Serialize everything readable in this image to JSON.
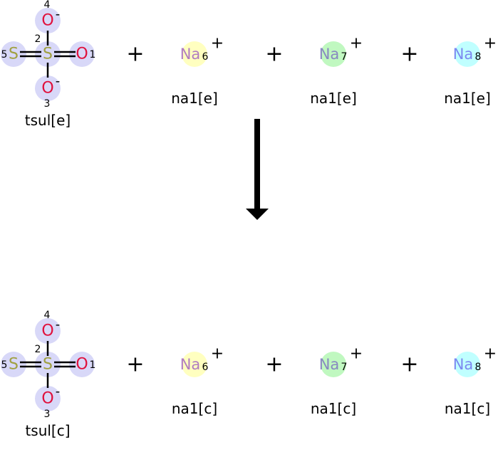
{
  "reaction": {
    "reactants": {
      "sulfate": {
        "name": "tsul[e]",
        "atoms": {
          "center": "S",
          "left": "S",
          "right": "O",
          "top": "O",
          "bottom": "O"
        },
        "indices": {
          "right": "1",
          "center": "2",
          "bottom": "3",
          "top": "4",
          "left": "5"
        },
        "charges": {
          "top": "-",
          "bottom": "-"
        }
      },
      "ions": [
        {
          "symbol": "Na",
          "index": "6",
          "charge": "+",
          "name": "na1[e]",
          "bg": "#ffffc0"
        },
        {
          "symbol": "Na",
          "index": "7",
          "charge": "+",
          "name": "na1[e]",
          "bg": "#c0f8c0"
        },
        {
          "symbol": "Na",
          "index": "8",
          "charge": "+",
          "name": "na1[e]",
          "bg": "#c0ffff"
        }
      ],
      "plus": [
        "+",
        "+",
        "+"
      ]
    },
    "products": {
      "sulfate": {
        "name": "tsul[c]",
        "atoms": {
          "center": "S",
          "left": "S",
          "right": "O",
          "top": "O",
          "bottom": "O"
        },
        "indices": {
          "right": "1",
          "center": "2",
          "bottom": "3",
          "top": "4",
          "left": "5"
        },
        "charges": {
          "top": "-",
          "bottom": "-"
        }
      },
      "ions": [
        {
          "symbol": "Na",
          "index": "6",
          "charge": "+",
          "name": "na1[c]",
          "bg": "#ffffc0"
        },
        {
          "symbol": "Na",
          "index": "7",
          "charge": "+",
          "name": "na1[c]",
          "bg": "#c0f8c0"
        },
        {
          "symbol": "Na",
          "index": "8",
          "charge": "+",
          "name": "na1[c]",
          "bg": "#c0ffff"
        }
      ],
      "plus": [
        "+",
        "+",
        "+"
      ]
    },
    "colors": {
      "S": "#a0a040",
      "O": "#e0103c",
      "highlight": "#d8d8f8",
      "Na": [
        "#b07cc0",
        "#8888c0",
        "#7c88f0"
      ]
    }
  }
}
